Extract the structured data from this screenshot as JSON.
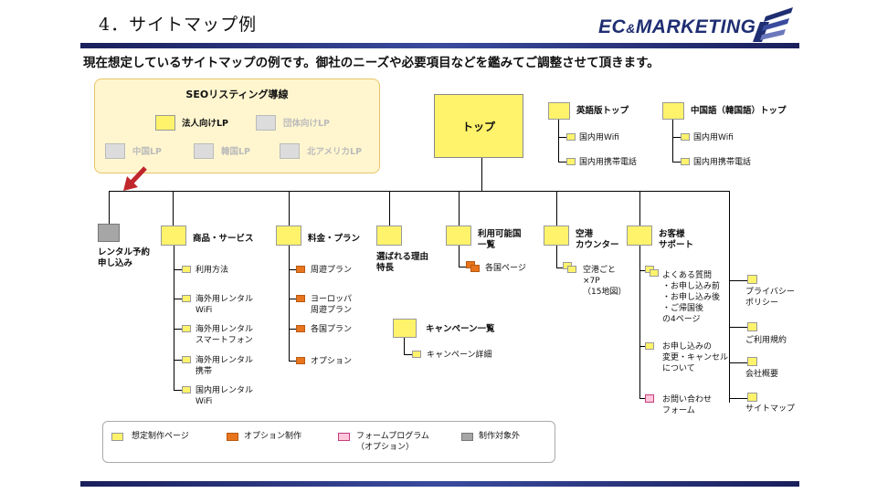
{
  "header": {
    "title": "4．サイトマップ例",
    "logo_main": "EC",
    "logo_amp": "&",
    "logo_rest": "MARKETING"
  },
  "subtitle": "現在想定しているサイトマップの例です。御社のニーズや必要項目などを鑑みてご調整させて頂きます。",
  "seo": {
    "title": "SEOリスティング導線",
    "items": [
      "法人向けLP",
      "団体向けLP",
      "中国LP",
      "韓国LP",
      "北アメリカLP"
    ]
  },
  "top": {
    "label": "トップ"
  },
  "english": {
    "label": "英語版トップ",
    "children": [
      "国内用Wifi",
      "国内用携帯電話"
    ]
  },
  "chinese": {
    "label": "中国語（韓国語）トップ",
    "children": [
      "国内用Wifi",
      "国内用携帯電話"
    ]
  },
  "sections": {
    "rental": "レンタル予約\n申し込み",
    "products": {
      "label": "商品・サービス",
      "children": [
        "利用方法",
        "海外用レンタル\nWiFi",
        "海外用レンタル\nスマートフォン",
        "海外用レンタル\n携帯",
        "国内用レンタル\nWiFi"
      ]
    },
    "price": {
      "label": "料金・プラン",
      "children": [
        "周遊プラン",
        "ヨーロッパ\n周遊プラン",
        "各国プラン",
        "オプション"
      ]
    },
    "reason": {
      "label": "選ばれる理由\n特長"
    },
    "countries": {
      "label": "利用可能国\n一覧",
      "children": [
        "各国ページ"
      ]
    },
    "airport": {
      "label": "空港\nカウンター",
      "children": [
        "空港ごと\n×7P\n（15地図）"
      ]
    },
    "support": {
      "label": "お客様\nサポート",
      "children": [
        "よくある質問\n・お申し込み前\n・お申し込み後\n・ご帰国後\nの4ページ",
        "お申し込みの\n変更・キャンセル\nについて",
        "お問い合わせ\nフォーム"
      ]
    },
    "campaign": {
      "label": "キャンペーン一覧",
      "children": [
        "キャンペーン詳細"
      ]
    },
    "right": [
      "プライバシー\nポリシー",
      "ご利用規約",
      "会社概要",
      "サイトマップ"
    ]
  },
  "legend": [
    "想定制作ページ",
    "オプション制作",
    "フォームプログラム\n（オプション）",
    "制作対象外"
  ],
  "colors": {
    "yellow": "#fff36b",
    "orange": "#e8741d",
    "pink": "#ffc6dc",
    "gray": "#a6a6a6",
    "navy": "#1f2e72",
    "arrow": "#c0272d"
  }
}
